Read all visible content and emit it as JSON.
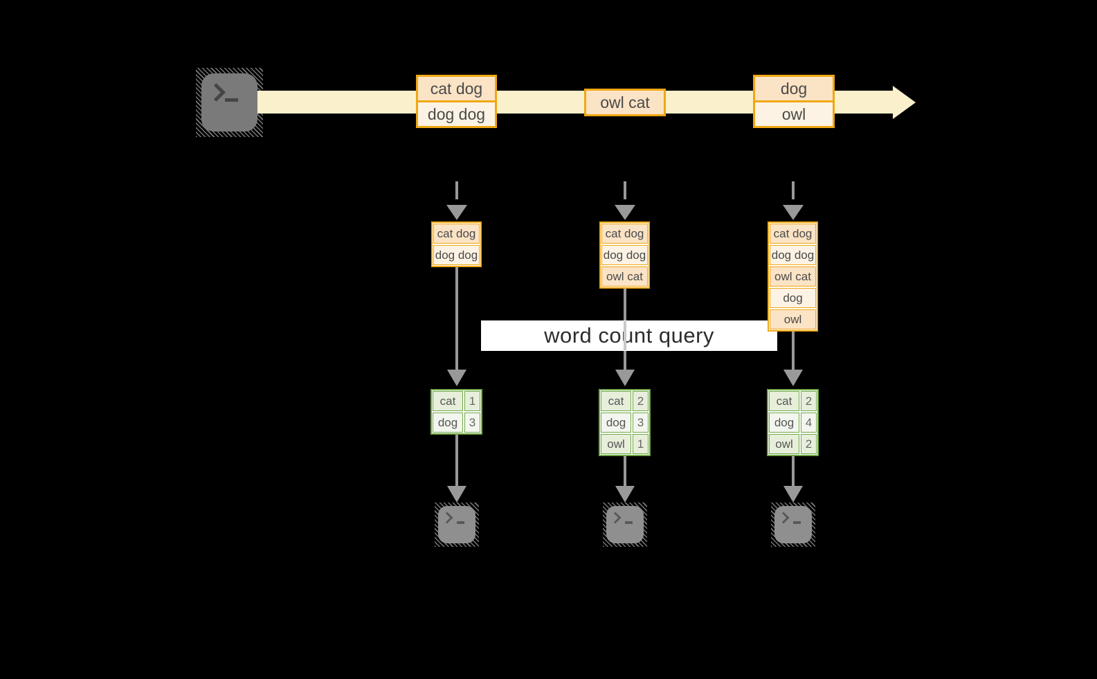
{
  "diagram": {
    "banner": {
      "label": "word count query"
    },
    "stream_events": [
      {
        "lines": [
          "cat dog",
          "dog dog"
        ]
      },
      {
        "lines": [
          "owl cat"
        ]
      },
      {
        "lines": [
          "dog",
          "owl"
        ]
      }
    ],
    "columns": [
      {
        "buffer": [
          "cat dog",
          "dog dog"
        ],
        "counts": [
          {
            "word": "cat",
            "count": "1"
          },
          {
            "word": "dog",
            "count": "3"
          }
        ]
      },
      {
        "buffer": [
          "cat dog",
          "dog dog",
          "owl cat"
        ],
        "counts": [
          {
            "word": "cat",
            "count": "2"
          },
          {
            "word": "dog",
            "count": "3"
          },
          {
            "word": "owl",
            "count": "1"
          }
        ]
      },
      {
        "buffer": [
          "cat dog",
          "dog dog",
          "owl cat",
          "dog",
          "owl"
        ],
        "counts": [
          {
            "word": "cat",
            "count": "2"
          },
          {
            "word": "dog",
            "count": "4"
          },
          {
            "word": "owl",
            "count": "2"
          }
        ]
      }
    ],
    "colors": {
      "background": "#000000",
      "gold": "#EFA713",
      "peach": "#FBE3C5",
      "cream": "#FDF3E4",
      "band": "#FBF0CC",
      "green": "#70A845",
      "green-light": "#E7EFDB",
      "green-lighter": "#F3F6EE",
      "arrow-gray": "#999999",
      "banner-bg": "#FFFFFF",
      "text-dark": "#4A4A4A"
    }
  }
}
